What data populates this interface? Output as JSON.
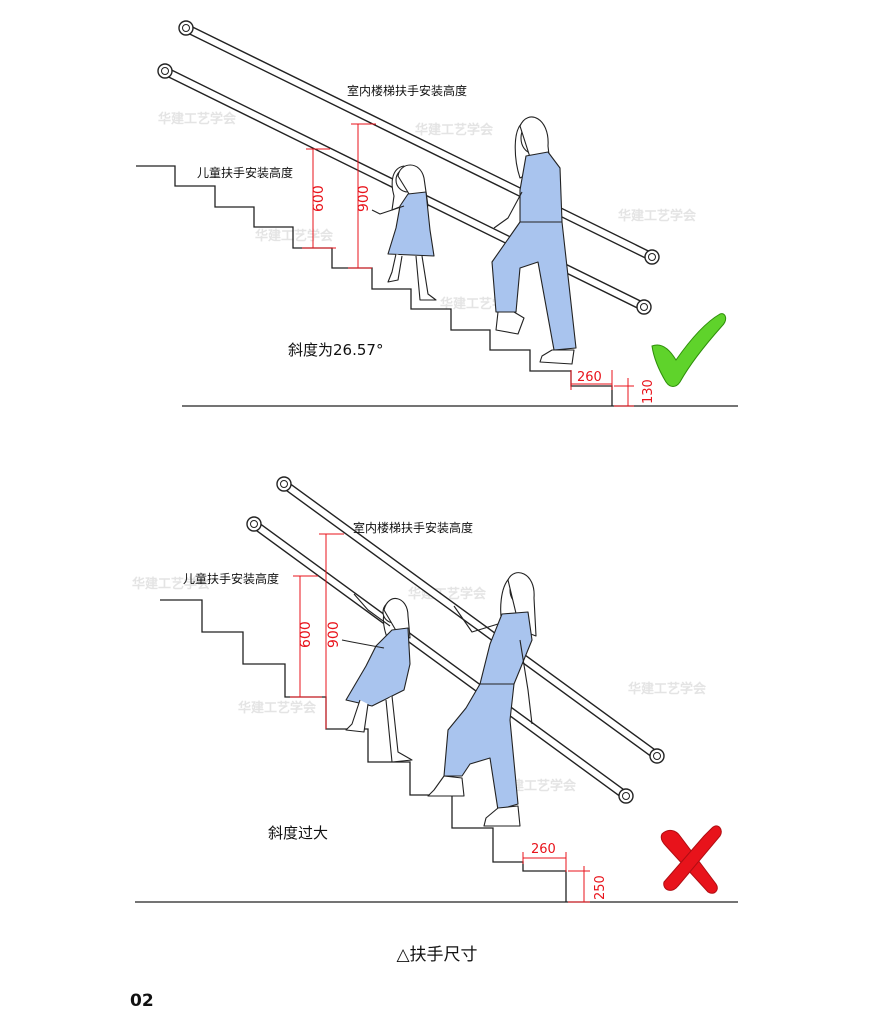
{
  "top_panel": {
    "handrail_label": "室内楼梯扶手安装高度",
    "child_rail_label": "儿童扶手安装高度",
    "slope_text": "斜度为26.57°",
    "dim_child": "600",
    "dim_adult": "900",
    "dim_tread": "260",
    "dim_riser": "130",
    "verdict": "check-mark-icon"
  },
  "bottom_panel": {
    "handrail_label": "室内楼梯扶手安装高度",
    "child_rail_label": "儿童扶手安装高度",
    "slope_text": "斜度过大",
    "dim_child": "600",
    "dim_adult": "900",
    "dim_tread": "260",
    "dim_riser": "250",
    "verdict": "cross-mark-icon"
  },
  "watermark": "华建工艺学会",
  "caption": "△扶手尺寸",
  "page_number": "02",
  "colors": {
    "dimension": "#e8131b",
    "clothing": "#a9c4ee",
    "check": "#5fd32b",
    "cross": "#e8131b"
  }
}
